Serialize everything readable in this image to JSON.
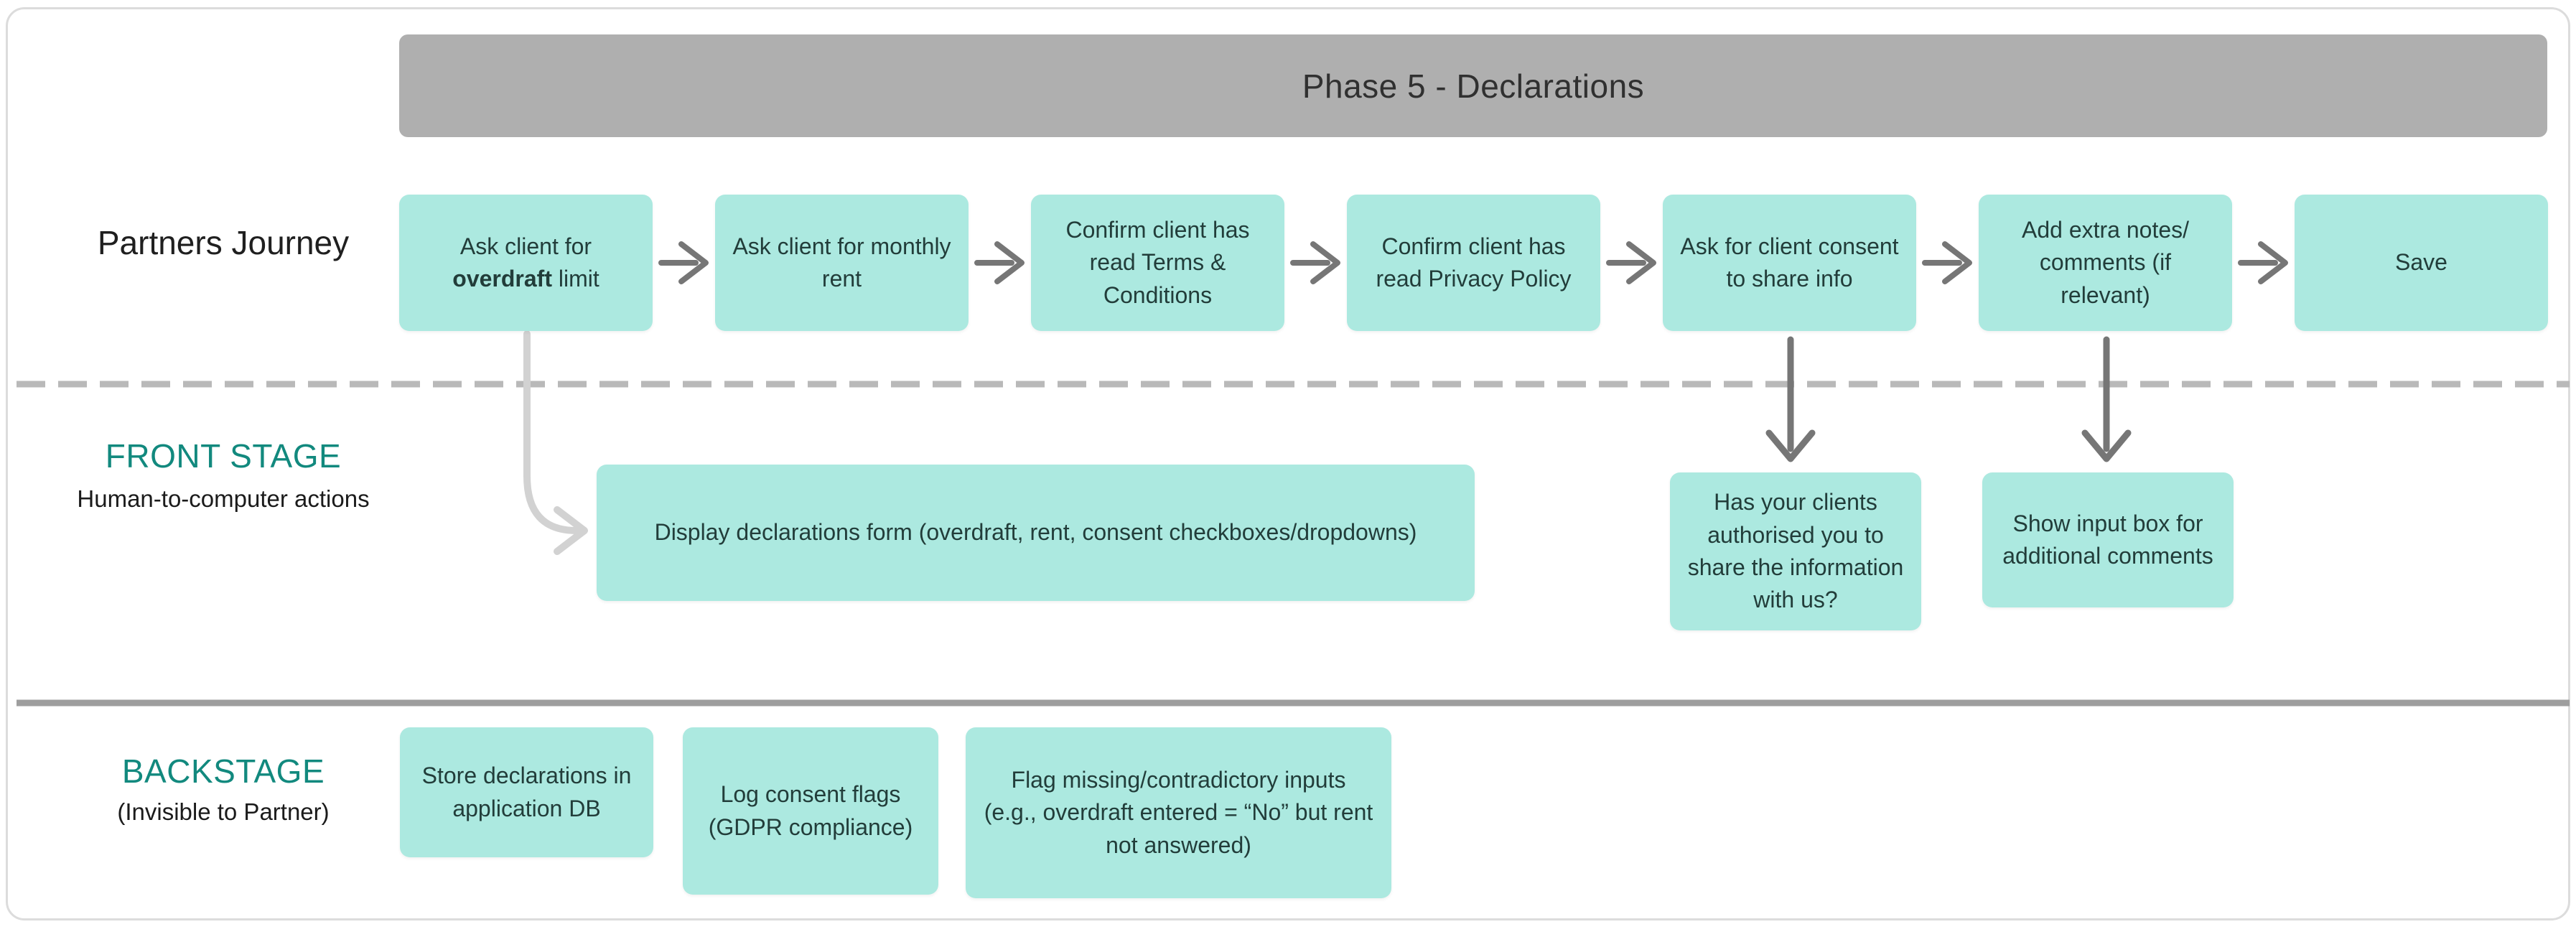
{
  "header": {
    "title": "Phase 5 -  Declarations"
  },
  "colors": {
    "accent_teal": "#12897E",
    "box_fill": "#ACE9E0",
    "box_text": "#223D3A",
    "header_bar": "#AFAFAF",
    "arrow_dark": "#767676",
    "arrow_light": "#D2D2D2",
    "dashed_line": "#B9B9B9",
    "solid_line": "#9E9E9E"
  },
  "journey": {
    "label": "Partners Journey",
    "steps": [
      {
        "pre": "Ask client for ",
        "bold": "overdraft",
        "post": " limit"
      },
      {
        "label": "Ask client for monthly rent"
      },
      {
        "label": "Confirm client has read Terms & Conditions"
      },
      {
        "label": "Confirm client has read Privacy Policy"
      },
      {
        "label": "Ask for client consent to share info"
      },
      {
        "label": "Add extra notes/ comments (if relevant)"
      },
      {
        "label": "Save"
      }
    ]
  },
  "frontstage": {
    "label": "FRONT STAGE",
    "sublabel": "Human-to-computer actions",
    "boxes": [
      {
        "label": "Display declarations form (overdraft, rent, consent checkboxes/dropdowns)"
      },
      {
        "label": "Has your clients authorised you to share the information with us?"
      },
      {
        "label": "Show input box for additional comments"
      }
    ]
  },
  "backstage": {
    "label": "BACKSTAGE",
    "sublabel": "(Invisible to Partner)",
    "boxes": [
      {
        "label": "Store declarations in application DB"
      },
      {
        "label": "Log consent flags (GDPR compliance)"
      },
      {
        "label": "Flag missing/contradictory inputs (e.g., overdraft entered = “No” but rent not answered)"
      }
    ]
  }
}
